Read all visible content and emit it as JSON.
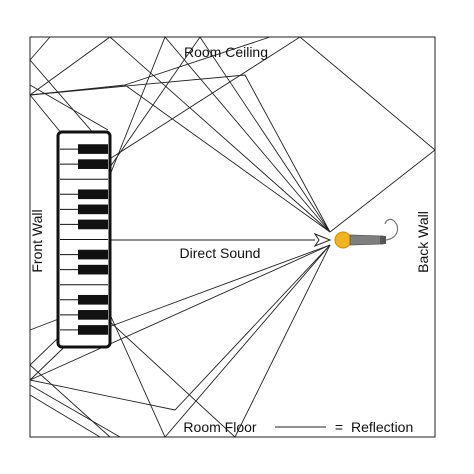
{
  "labels": {
    "ceiling": "Room Ceiling",
    "floor": "Room Floor",
    "front_wall": "Front Wall",
    "back_wall": "Back Wall",
    "direct_sound": "Direct Sound",
    "legend_equals": "=",
    "legend_text": "Reflection"
  },
  "icons": {
    "keyboard": "piano-keyboard-icon",
    "microphone": "microphone-icon"
  },
  "colors": {
    "line": "#222222",
    "mic_head": "#f2b51f",
    "mic_body": "#8a8a8a"
  }
}
